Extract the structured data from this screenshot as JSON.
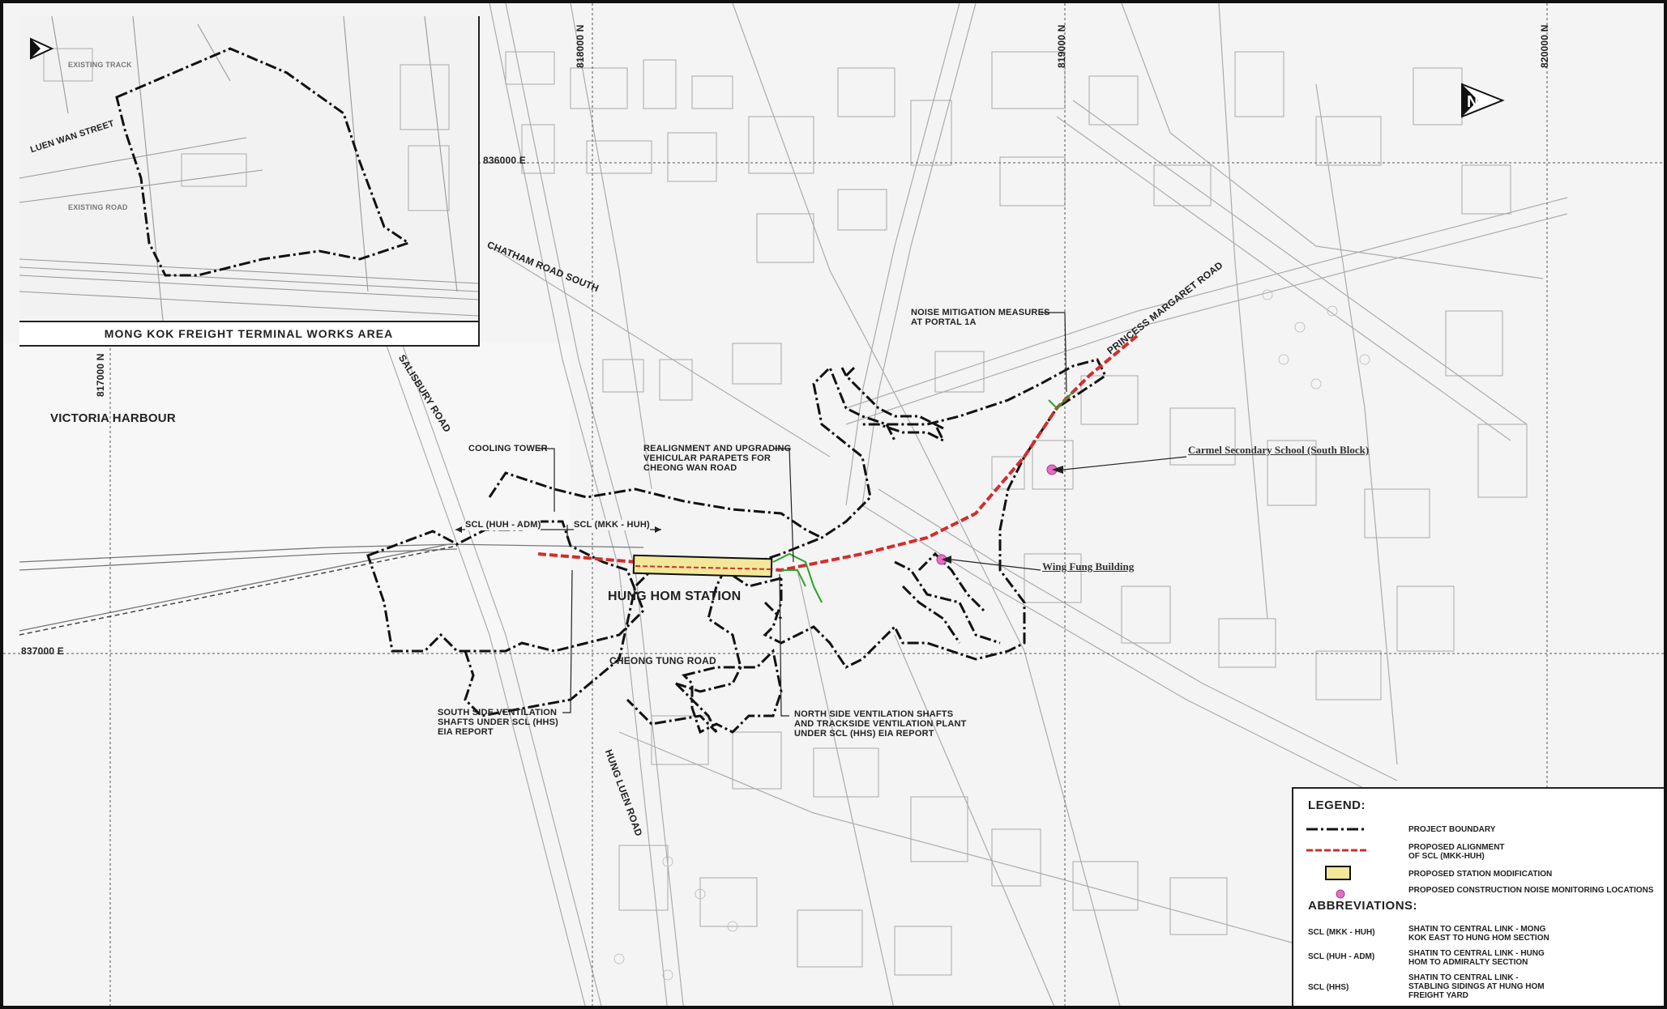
{
  "inset": {
    "title": "MONG KOK FREIGHT TERMINAL WORKS AREA",
    "street": "LUEN WAN STREET",
    "labels": [
      "EXISTING TRACK",
      "EXISTING ROAD"
    ]
  },
  "grid": {
    "n818": "818000 N",
    "n819": "819000 N",
    "n820": "820000 N",
    "n817": "817000 N",
    "e836": "836000 E",
    "e837": "837000 E"
  },
  "places": {
    "victoria_harbour": "VICTORIA HARBOUR",
    "hung_hom_station": "HUNG HOM STATION",
    "chatham_road": "CHATHAM ROAD SOUTH",
    "salisbury_road": "SALISBURY ROAD",
    "princess_margaret": "PRINCESS MARGARET ROAD",
    "cheong_tung": "CHEONG TUNG ROAD",
    "hung_luen": "HUNG LUEN ROAD"
  },
  "annotations": {
    "cooling_tower": "COOLING TOWER",
    "realignment": [
      "REALIGNMENT AND UPGRADING",
      "VEHICULAR PARAPETS FOR",
      "CHEONG WAN ROAD"
    ],
    "noise_mitigation": [
      "NOISE MITIGATION MEASURES",
      "AT PORTAL 1A"
    ],
    "south_vent": [
      "SOUTH SIDE VENTILATION",
      "SHAFTS UNDER SCL (HHS)",
      "EIA REPORT"
    ],
    "north_vent": [
      "NORTH SIDE VENTILATION SHAFTS",
      "AND TRACKSIDE VENTILATION PLANT",
      "UNDER SCL (HHS) EIA REPORT"
    ],
    "scl_huh_adm": "SCL (HUH - ADM)",
    "scl_mkk_huh": "SCL (MKK - HUH)"
  },
  "monitoring": {
    "carmel": "Carmel Secondary School (South Block)",
    "wing_fung": "Wing Fung Building"
  },
  "legend": {
    "heading": "LEGEND:",
    "items": [
      {
        "label": "PROJECT BOUNDARY"
      },
      {
        "label": "PROPOSED ALIGNMENT\nOF SCL (MKK-HUH)"
      },
      {
        "label": "PROPOSED STATION MODIFICATION"
      },
      {
        "label": "PROPOSED CONSTRUCTION NOISE MONITORING LOCATIONS"
      }
    ],
    "abbr_heading": "ABBREVIATIONS:",
    "abbr": [
      {
        "code": "SCL (MKK - HUH)",
        "desc": "SHATIN TO CENTRAL LINK - MONG\nKOK EAST TO HUNG HOM SECTION"
      },
      {
        "code": "SCL (HUH - ADM)",
        "desc": "SHATIN TO CENTRAL LINK - HUNG\nHOM TO ADMIRALTY SECTION"
      },
      {
        "code": "SCL (HHS)",
        "desc": "SHATIN TO CENTRAL LINK -\nSTABLING SIDINGS AT HUNG HOM\nFREIGHT YARD"
      }
    ]
  },
  "colors": {
    "alignment": "#d22d2d",
    "station": "#f3e79a",
    "monitor": "#e86cc8",
    "boundary": "#111111",
    "greenwork": "#2aa32a"
  }
}
